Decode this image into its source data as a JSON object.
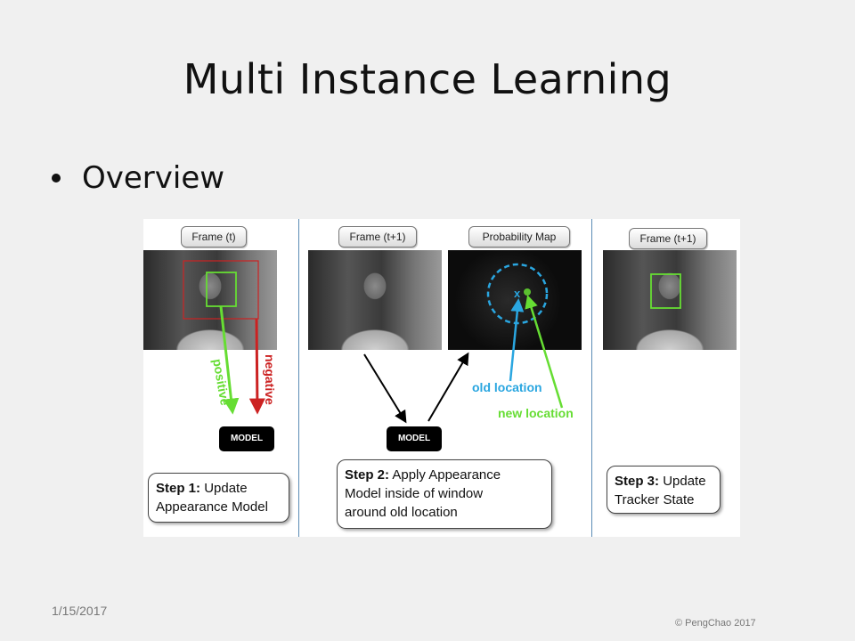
{
  "slide": {
    "title": "Multi Instance Learning",
    "bullet": "Overview",
    "date": "1/15/2017",
    "copyright": "© PengChao 2017"
  },
  "figure": {
    "labels": {
      "frame_t": "Frame (t)",
      "frame_t1_a": "Frame (t+1)",
      "probability_map": "Probability Map",
      "frame_t1_b": "Frame (t+1)"
    },
    "arrows": {
      "positive": "positive",
      "negative": "negative",
      "old_location": "old location",
      "new_location": "new location",
      "x_mark": "x"
    },
    "model_label": "MODEL",
    "steps": {
      "step1_title": "Step 1:",
      "step1_text_a": "Update",
      "step1_text_b": "Appearance Model",
      "step2_title": "Step 2:",
      "step2_text_a": "Apply Appearance",
      "step2_text_b": "Model inside of window",
      "step2_text_c": "around old location",
      "step3_title": "Step 3:",
      "step3_text_a": "Update",
      "step3_text_b": "Tracker State"
    },
    "colors": {
      "positive": "#66dd33",
      "negative": "#cc2222",
      "old_location": "#2aa6e0",
      "new_location": "#66dd33",
      "separator": "#5b8bb5"
    }
  }
}
